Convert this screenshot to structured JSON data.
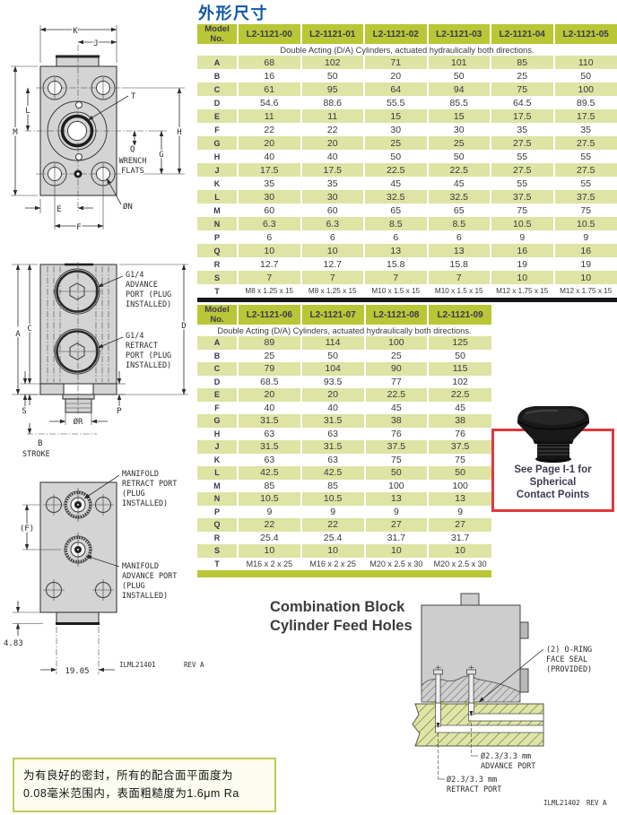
{
  "page": {
    "title": "外形尺寸"
  },
  "table1": {
    "header_label": "Model No.",
    "models": [
      "L2-1121-00",
      "L2-1121-01",
      "L2-1121-02",
      "L2-1121-03",
      "L2-1121-04",
      "L2-1121-05"
    ],
    "subtitle": "Double Acting (D/A) Cylinders, actuated hydraulically both directions.",
    "rows": [
      {
        "label": "A",
        "values": [
          "68",
          "102",
          "71",
          "101",
          "85",
          "110"
        ]
      },
      {
        "label": "B",
        "values": [
          "16",
          "50",
          "20",
          "50",
          "25",
          "50"
        ]
      },
      {
        "label": "C",
        "values": [
          "61",
          "95",
          "64",
          "94",
          "75",
          "100"
        ]
      },
      {
        "label": "D",
        "values": [
          "54.6",
          "88.6",
          "55.5",
          "85.5",
          "64.5",
          "89.5"
        ]
      },
      {
        "label": "E",
        "values": [
          "11",
          "11",
          "15",
          "15",
          "17.5",
          "17.5"
        ]
      },
      {
        "label": "F",
        "values": [
          "22",
          "22",
          "30",
          "30",
          "35",
          "35"
        ]
      },
      {
        "label": "G",
        "values": [
          "20",
          "20",
          "25",
          "25",
          "27.5",
          "27.5"
        ]
      },
      {
        "label": "H",
        "values": [
          "40",
          "40",
          "50",
          "50",
          "55",
          "55"
        ]
      },
      {
        "label": "J",
        "values": [
          "17.5",
          "17.5",
          "22.5",
          "22.5",
          "27.5",
          "27.5"
        ]
      },
      {
        "label": "K",
        "values": [
          "35",
          "35",
          "45",
          "45",
          "55",
          "55"
        ]
      },
      {
        "label": "L",
        "values": [
          "30",
          "30",
          "32.5",
          "32.5",
          "37.5",
          "37.5"
        ]
      },
      {
        "label": "M",
        "values": [
          "60",
          "60",
          "65",
          "65",
          "75",
          "75"
        ]
      },
      {
        "label": "N",
        "values": [
          "6.3",
          "6.3",
          "8.5",
          "8.5",
          "10.5",
          "10.5"
        ]
      },
      {
        "label": "P",
        "values": [
          "6",
          "6",
          "6",
          "6",
          "9",
          "9"
        ]
      },
      {
        "label": "Q",
        "values": [
          "10",
          "10",
          "13",
          "13",
          "16",
          "16"
        ]
      },
      {
        "label": "R",
        "values": [
          "12.7",
          "12.7",
          "15.8",
          "15.8",
          "19",
          "19"
        ]
      },
      {
        "label": "S",
        "values": [
          "7",
          "7",
          "7",
          "7",
          "10",
          "10"
        ]
      },
      {
        "label": "T",
        "values": [
          "M8 x 1.25 x 15",
          "M8 x 1.25 x 15",
          "M10 x 1.5 x 15",
          "M10 x 1.5 x 15",
          "M12 x 1.75 x 15",
          "M12 x 1.75 x 15"
        ]
      }
    ]
  },
  "table2": {
    "header_label": "Model No.",
    "models": [
      "L2-1121-06",
      "L2-1121-07",
      "L2-1121-08",
      "L2-1121-09"
    ],
    "subtitle": "Double Acting (D/A) Cylinders, actuated hydraulically both directions.",
    "rows": [
      {
        "label": "A",
        "values": [
          "89",
          "114",
          "100",
          "125"
        ]
      },
      {
        "label": "B",
        "values": [
          "25",
          "50",
          "25",
          "50"
        ]
      },
      {
        "label": "C",
        "values": [
          "79",
          "104",
          "90",
          "115"
        ]
      },
      {
        "label": "D",
        "values": [
          "68.5",
          "93.5",
          "77",
          "102"
        ]
      },
      {
        "label": "E",
        "values": [
          "20",
          "20",
          "22.5",
          "22.5"
        ]
      },
      {
        "label": "F",
        "values": [
          "40",
          "40",
          "45",
          "45"
        ]
      },
      {
        "label": "G",
        "values": [
          "31.5",
          "31.5",
          "38",
          "38"
        ]
      },
      {
        "label": "H",
        "values": [
          "63",
          "63",
          "76",
          "76"
        ]
      },
      {
        "label": "J",
        "values": [
          "31.5",
          "31.5",
          "37.5",
          "37.5"
        ]
      },
      {
        "label": "K",
        "values": [
          "63",
          "63",
          "75",
          "75"
        ]
      },
      {
        "label": "L",
        "values": [
          "42.5",
          "42.5",
          "50",
          "50"
        ]
      },
      {
        "label": "M",
        "values": [
          "85",
          "85",
          "100",
          "100"
        ]
      },
      {
        "label": "N",
        "values": [
          "10.5",
          "10.5",
          "13",
          "13"
        ]
      },
      {
        "label": "P",
        "values": [
          "9",
          "9",
          "9",
          "9"
        ]
      },
      {
        "label": "Q",
        "values": [
          "22",
          "22",
          "27",
          "27"
        ]
      },
      {
        "label": "R",
        "values": [
          "25.4",
          "25.4",
          "31.7",
          "31.7"
        ]
      },
      {
        "label": "S",
        "values": [
          "10",
          "10",
          "10",
          "10"
        ]
      },
      {
        "label": "T",
        "values": [
          "M16 x 2 x 25",
          "M16 x 2 x 25",
          "M20 x 2.5 x 30",
          "M20 x 2.5 x 30"
        ]
      }
    ]
  },
  "d1": {
    "k": "K",
    "j": "J",
    "m": "M",
    "l": "L",
    "t": "T",
    "h": "H",
    "q": "Q",
    "g": "G",
    "e": "E",
    "f": "F",
    "n": "ØN",
    "wrench1": "WRENCH",
    "wrench2": "FLATS"
  },
  "d2": {
    "a": "A",
    "c": "C",
    "d": "D",
    "s": "S",
    "p": "P",
    "r": "ØR",
    "b": "B",
    "stroke": "STROKE",
    "adv": [
      "G1/4",
      "ADVANCE",
      "PORT (PLUG",
      "INSTALLED)"
    ],
    "ret": [
      "G1/4",
      "RETRACT",
      "PORT (PLUG",
      "INSTALLED)"
    ]
  },
  "d3": {
    "f": "(F)",
    "tab_height": "4.83",
    "tab_width": "19.05",
    "ret": [
      "MANIFOLD",
      "RETRACT PORT",
      "(PLUG",
      "INSTALLED)"
    ],
    "adv": [
      "MANIFOLD",
      "ADVANCE PORT",
      "(PLUG",
      "INSTALLED)"
    ],
    "ref": "ILML21401",
    "rev": "REV A"
  },
  "d4": {
    "title1": "Combination Block",
    "title2": "Cylinder Feed Holes",
    "oring": [
      "(2) O-RING",
      "FACE SEAL",
      "(PROVIDED)"
    ],
    "adv": [
      "Ø2.3/3.3 mm",
      "ADVANCE PORT"
    ],
    "ret": [
      "Ø2.3/3.3 mm",
      "RETRACT PORT"
    ],
    "ref": "ILML21402",
    "rev": "REV A"
  },
  "spherical": {
    "line1": "See Page I-1 for",
    "line2": "Spherical",
    "line3": "Contact Points"
  },
  "footnote": {
    "line1": "为有良好的密封，所有的配合面平面度为",
    "line2": "0.08毫米范围内，表面粗糙度为1.6μm Ra"
  },
  "colors": {
    "accent_green": "#b9c636",
    "row_green": "#dde4a4",
    "title_blue": "#1157a6",
    "dark_bar": "#17171f",
    "note_red": "#e0393b",
    "slab_yellow": "#dfe6a5"
  }
}
